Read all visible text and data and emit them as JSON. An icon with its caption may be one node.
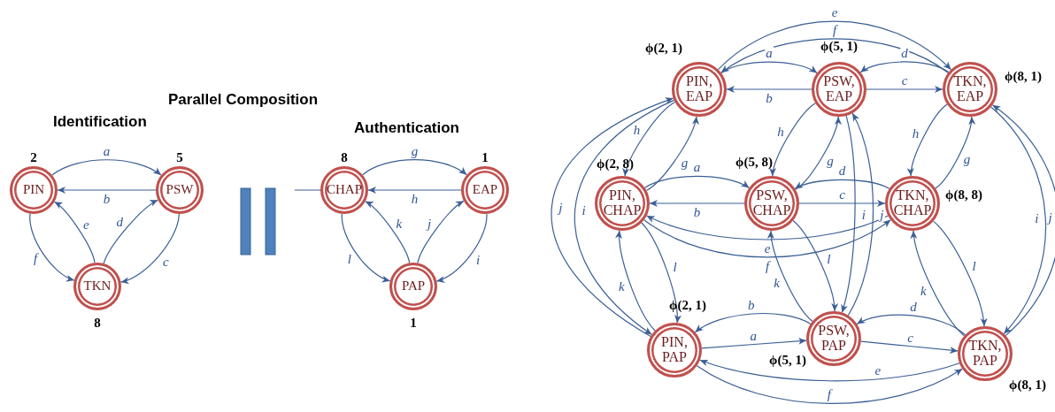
{
  "diagram": {
    "title": "Parallel Composition",
    "nodes": [
      {
        "text": [
          "PIN"
        ],
        "beside": [
          "2"
        ]
      },
      {
        "text": [
          "PSW"
        ],
        "beside": [
          "5"
        ]
      },
      {
        "text": [
          "TKN"
        ],
        "beside": [
          "8"
        ]
      },
      {
        "text": [
          "CHAP"
        ],
        "beside": [
          "8"
        ]
      },
      {
        "text": [
          "EAP"
        ],
        "beside": [
          "1"
        ]
      },
      {
        "text": [
          "PAP"
        ],
        "beside": [
          "1"
        ]
      },
      {
        "text": [
          "PIN, EAP"
        ],
        "beside": [
          "ϕ(2, 1)"
        ]
      },
      {
        "text": [
          "PSW, EAP"
        ],
        "beside": [
          "ϕ(5, 1)"
        ]
      },
      {
        "text": [
          "TKN, EAP"
        ],
        "beside": [
          "ϕ(8, 1)"
        ]
      },
      {
        "text": [
          "PIN, CHAP"
        ],
        "beside": [
          "ϕ(2, 8)"
        ]
      },
      {
        "text": [
          "PSW, CHAP"
        ],
        "beside": [
          "ϕ(5, 8)"
        ]
      },
      {
        "text": [
          "TKN, CHAP"
        ],
        "beside": [
          "ϕ(8, 8)"
        ]
      },
      {
        "text": [
          "PIN, PAP"
        ],
        "beside": [
          "ϕ(2, 1)"
        ]
      },
      {
        "text": [
          "PSW, PAP"
        ],
        "beside": [
          "ϕ(5, 1)"
        ]
      },
      {
        "text": [
          "TKN, PAP"
        ],
        "beside": [
          "ϕ(8, 1)"
        ]
      }
    ],
    "edges": [
      {
        "from": 0,
        "to": 1,
        "arrow": "to",
        "label": "a"
      },
      {
        "from": 1,
        "to": 0,
        "arrow": "to",
        "label": "b"
      },
      {
        "from": 1,
        "to": 2,
        "arrow": "to",
        "label": "c"
      },
      {
        "from": 2,
        "to": 1,
        "arrow": "to",
        "label": "d"
      },
      {
        "from": 2,
        "to": 0,
        "arrow": "to",
        "label": "e"
      },
      {
        "from": 0,
        "to": 2,
        "arrow": "to",
        "label": "f"
      },
      {
        "from": null,
        "to": 3,
        "arrow": "to"
      },
      {
        "from": 3,
        "to": 4,
        "arrow": "to",
        "label": "g"
      },
      {
        "from": 4,
        "to": 3,
        "arrow": "to",
        "label": "h"
      },
      {
        "from": 4,
        "to": 5,
        "arrow": "to",
        "label": "i"
      },
      {
        "from": 5,
        "to": 4,
        "arrow": "to",
        "label": "j"
      },
      {
        "from": 5,
        "to": 3,
        "arrow": "to",
        "label": "k"
      },
      {
        "from": 3,
        "to": 5,
        "arrow": "to",
        "label": "l"
      },
      {
        "from": 6,
        "to": 7,
        "arrow": "to",
        "label": "a"
      },
      {
        "from": 7,
        "to": 6,
        "arrow": "to",
        "label": "b"
      },
      {
        "from": 7,
        "to": 8,
        "arrow": "to",
        "label": "c"
      },
      {
        "from": 8,
        "to": 7,
        "arrow": "to",
        "label": "d"
      },
      {
        "from": 6,
        "to": 8,
        "arrow": "to",
        "label": "e"
      },
      {
        "from": 8,
        "to": 6,
        "arrow": "to",
        "label": "f"
      },
      {
        "from": 9,
        "to": 10,
        "arrow": "to",
        "label": "a"
      },
      {
        "from": 10,
        "to": 9,
        "arrow": "to",
        "label": "b"
      },
      {
        "from": 10,
        "to": 11,
        "arrow": "to",
        "label": "c"
      },
      {
        "from": 11,
        "to": 10,
        "arrow": "to",
        "label": "d"
      },
      {
        "from": 11,
        "to": 9,
        "arrow": "to",
        "label": "e"
      },
      {
        "from": 9,
        "to": 11,
        "arrow": "to",
        "label": "f"
      },
      {
        "from": 12,
        "to": 13,
        "arrow": "to",
        "label": "a"
      },
      {
        "from": 13,
        "to": 12,
        "arrow": "to",
        "label": "b"
      },
      {
        "from": 13,
        "to": 14,
        "arrow": "to",
        "label": "c"
      },
      {
        "from": 14,
        "to": 13,
        "arrow": "to",
        "label": "d"
      },
      {
        "from": 14,
        "to": 12,
        "arrow": "to",
        "label": "e"
      },
      {
        "from": 12,
        "to": 14,
        "arrow": "to",
        "label": "f"
      },
      {
        "from": 9,
        "to": 6,
        "arrow": "to",
        "label": "g"
      },
      {
        "from": 6,
        "to": 9,
        "arrow": "to",
        "label": "h"
      },
      {
        "from": 6,
        "to": 12,
        "arrow": "to",
        "label": "i"
      },
      {
        "from": 12,
        "to": 6,
        "arrow": "to",
        "label": "j"
      },
      {
        "from": 12,
        "to": 9,
        "arrow": "to",
        "label": "k"
      },
      {
        "from": 9,
        "to": 12,
        "arrow": "to",
        "label": "l"
      },
      {
        "from": 10,
        "to": 7,
        "arrow": "to",
        "label": "g"
      },
      {
        "from": 7,
        "to": 10,
        "arrow": "to",
        "label": "h"
      },
      {
        "from": 7,
        "to": 13,
        "arrow": "to",
        "label": "i"
      },
      {
        "from": 13,
        "to": 7,
        "arrow": "to",
        "label": "j"
      },
      {
        "from": 13,
        "to": 10,
        "arrow": "to",
        "label": "k"
      },
      {
        "from": 10,
        "to": 13,
        "arrow": "to",
        "label": "l"
      },
      {
        "from": 11,
        "to": 8,
        "arrow": "to",
        "label": "g"
      },
      {
        "from": 8,
        "to": 11,
        "arrow": "to",
        "label": "h"
      },
      {
        "from": 8,
        "to": 14,
        "arrow": "to",
        "label": "i"
      },
      {
        "from": 14,
        "to": 8,
        "arrow": "to",
        "label": "j"
      },
      {
        "from": 14,
        "to": 11,
        "arrow": "to",
        "label": "k"
      },
      {
        "from": 11,
        "to": 14,
        "arrow": "to",
        "label": "l"
      }
    ],
    "labels": [
      "Identification",
      "Authentication"
    ]
  }
}
